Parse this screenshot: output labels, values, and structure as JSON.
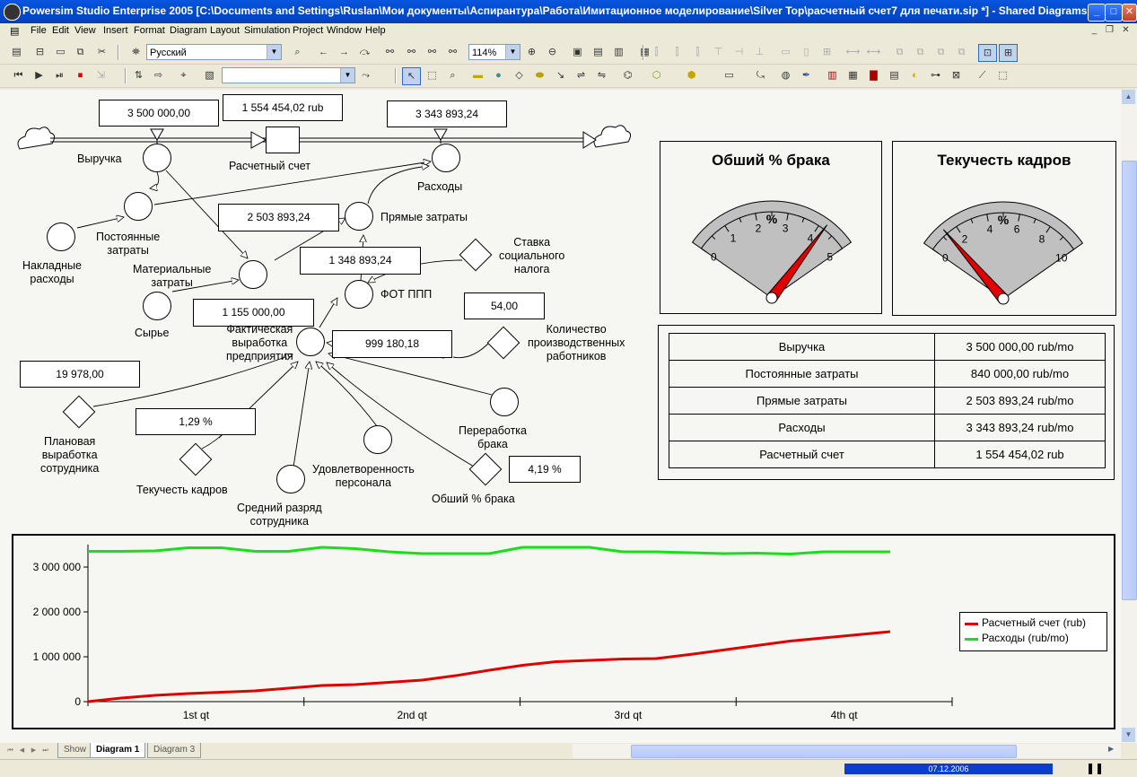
{
  "window": {
    "title": "Powersim Studio Enterprise 2005 [C:\\Documents and Settings\\Ruslan\\Мои документы\\Аспирантура\\Работа\\Имитационное моделирование\\Silver Top\\расчетный счет7  для печати.sip *] - Shared Diagrams",
    "minimize": "_",
    "maximize": "□",
    "close": "✕"
  },
  "menu": [
    "File",
    "Edit",
    "View",
    "Insert",
    "Format",
    "Diagram",
    "Layout",
    "Simulation",
    "Project",
    "Window",
    "Help"
  ],
  "toolbar": {
    "language": "Русский",
    "zoom": "114%",
    "blank_combo": ""
  },
  "diagram": {
    "boxes": {
      "revenue": "3 500 000,00",
      "account": "1 554 454,02 rub",
      "expenses": "3 343 893,24",
      "direct": "2 503 893,24",
      "fot": "1 348 893,24",
      "actual_output": "1 155 000,00",
      "workers_count": "54,00",
      "production": "999 180,18",
      "plan_output": "19 978,00",
      "turnover": "1,29 %",
      "defect": "4,19 %"
    },
    "labels": {
      "revenue": "Выручка",
      "account": "Расчетный счет",
      "expenses": "Расходы",
      "fixed": "Постоянные\nзатраты",
      "direct": "Прямые затраты",
      "overhead": "Накладные\nрасходы",
      "material": "Материальные\nзатраты",
      "social_tax": "Ставка\nсоциального\nналога",
      "fot": "ФОТ ППП",
      "raw": "Сырье",
      "actual_output": "Фактическая\nвыработка\nпредприятия",
      "workers_count": "Количество\nпроизводственных\nработников",
      "rework": "Переработка\nбрака",
      "plan_output": "Плановая\nвыработка\nсотрудника",
      "turnover": "Текучесть кадров",
      "satisfaction": "Удовлетворенность\nперсонала",
      "avg_grade": "Средний разряд\nсотрудника",
      "defect": "Обший % брака"
    }
  },
  "gauges": [
    {
      "title": "Обший % брака",
      "unit": "%",
      "min": 0,
      "max": 5,
      "ticks": [
        "0",
        "1",
        "2",
        "3",
        "4",
        "5"
      ],
      "value": 4.19
    },
    {
      "title": "Текучесть кадров",
      "unit": "%",
      "min": 0,
      "max": 10,
      "ticks": [
        "0",
        "2",
        "4",
        "6",
        "8",
        "10"
      ],
      "value": 1.29
    }
  ],
  "summary_table": [
    {
      "name": "Выручка",
      "value": "3 500 000,00 rub/mo"
    },
    {
      "name": "Постоянные затраты",
      "value": "840 000,00 rub/mo"
    },
    {
      "name": "Прямые затраты",
      "value": "2 503 893,24 rub/mo"
    },
    {
      "name": "Расходы",
      "value": "3 343 893,24 rub/mo"
    },
    {
      "name": "Расчетный счет",
      "value": "1 554 454,02 rub"
    }
  ],
  "chart_data": {
    "type": "line",
    "y_ticks": [
      "0",
      "1 000 000",
      "2 000 000",
      "3 000 000"
    ],
    "ylim": [
      0,
      3500000
    ],
    "x_categories": [
      "1st qt",
      "2nd qt",
      "3rd qt",
      "4th qt"
    ],
    "x_range": [
      0,
      12
    ],
    "colors": {
      "account": "#e00000",
      "expenses": "#18e018"
    },
    "series": [
      {
        "name": "Расчетный счет (rub)",
        "color": "#e00000",
        "x": [
          0,
          0.5,
          1,
          1.5,
          2,
          2.5,
          3,
          3.5,
          4,
          4.5,
          5,
          5.5,
          6,
          6.5,
          7,
          7.5,
          8,
          8.5,
          9,
          9.5,
          10,
          10.5,
          11,
          11.5,
          12
        ],
        "y": [
          0,
          80000,
          140000,
          180000,
          210000,
          240000,
          300000,
          360000,
          380000,
          430000,
          480000,
          580000,
          700000,
          810000,
          890000,
          920000,
          950000,
          960000,
          1050000,
          1150000,
          1250000,
          1350000,
          1420000,
          1490000,
          1560000
        ]
      },
      {
        "name": "Расходы (rub/mo)",
        "color": "#18e018",
        "x": [
          0,
          0.5,
          1,
          1.5,
          2,
          2.5,
          3,
          3.5,
          4,
          4.5,
          5,
          5.5,
          6,
          6.5,
          7,
          7.5,
          8,
          8.5,
          9,
          9.5,
          10,
          10.5,
          11,
          11.5,
          12
        ],
        "y": [
          3350000,
          3350000,
          3360000,
          3430000,
          3430000,
          3350000,
          3350000,
          3440000,
          3410000,
          3340000,
          3300000,
          3300000,
          3300000,
          3440000,
          3440000,
          3440000,
          3340000,
          3340000,
          3320000,
          3300000,
          3310000,
          3290000,
          3340000,
          3340000,
          3340000
        ]
      }
    ]
  },
  "tabs": [
    "Show",
    "Diagram 1",
    "Diagram 3"
  ],
  "status": {
    "date": "07.12.2006"
  }
}
